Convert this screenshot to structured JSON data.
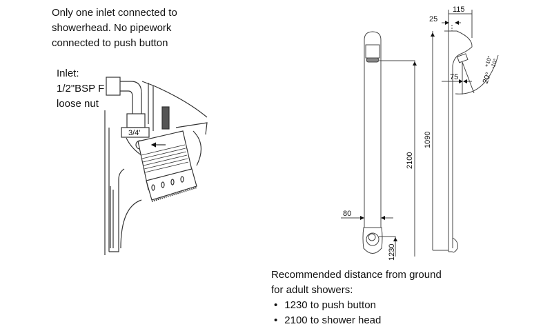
{
  "notes": {
    "top": "Only one inlet connected to showerhead. No pipework connected to push button",
    "inlet_line1": "Inlet:",
    "inlet_line2": "1/2\"BSP F",
    "inlet_line3": "loose nut",
    "thread_label": "3/4'"
  },
  "dimensions": {
    "width_front": "80",
    "height_head": "2100",
    "height_button": "1230",
    "height_unit": "1090",
    "depth_total": "115",
    "depth_top": "25",
    "depth_nozzle": "75",
    "angle": "20°",
    "angle_plus": "+10°",
    "angle_minus": "-10°"
  },
  "recommendation": {
    "heading": "Recommended distance from ground for adult showers:",
    "items": [
      "1230 to push button",
      "2100 to shower head"
    ]
  }
}
